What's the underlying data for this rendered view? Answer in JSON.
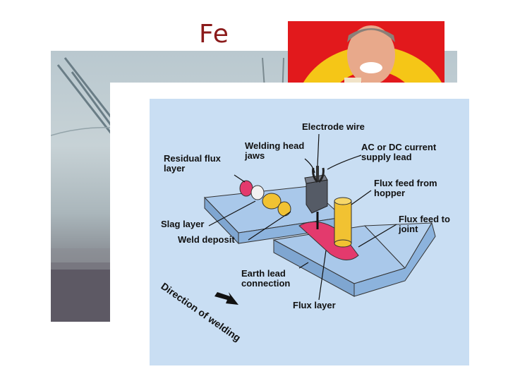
{
  "slide": {
    "title": "Fe"
  },
  "diagram": {
    "labels": {
      "electrode_wire": "Electrode wire",
      "welding_head_jaws": "Welding head\njaws",
      "current_supply_lead": "AC or DC current\nsupply lead",
      "residual_flux_layer": "Residual flux\nlayer",
      "flux_feed_from_hopper": "Flux feed from\nhopper",
      "slag_layer": "Slag layer",
      "flux_feed_to_joint": "Flux feed to\njoint",
      "weld_deposit": "Weld deposit",
      "earth_lead_connection": "Earth lead\nconnection",
      "flux_layer": "Flux layer",
      "direction_of_welding": "Direction of welding"
    },
    "colors": {
      "background": "#c9def3",
      "plate": "#a9c8ea",
      "weld": "#e33a6d",
      "flux_tube": "#f1c232",
      "head": "#555b66"
    }
  }
}
